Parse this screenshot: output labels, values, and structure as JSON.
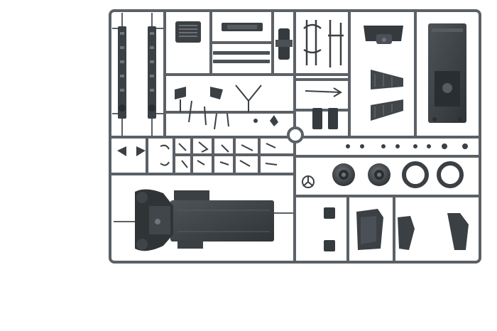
{
  "image": {
    "subject": "plastic-model-kit-sprue",
    "background": "#ffffff"
  },
  "colors": {
    "frame": "#5b6166",
    "frame_edge": "#3f4448",
    "part_dark": "#353a3e",
    "part_mid": "#4a5055",
    "part_light": "#6e757a",
    "highlight": "#8d9499"
  },
  "parts": {
    "tires_count": 4,
    "wheel_hubs_count": 2
  }
}
